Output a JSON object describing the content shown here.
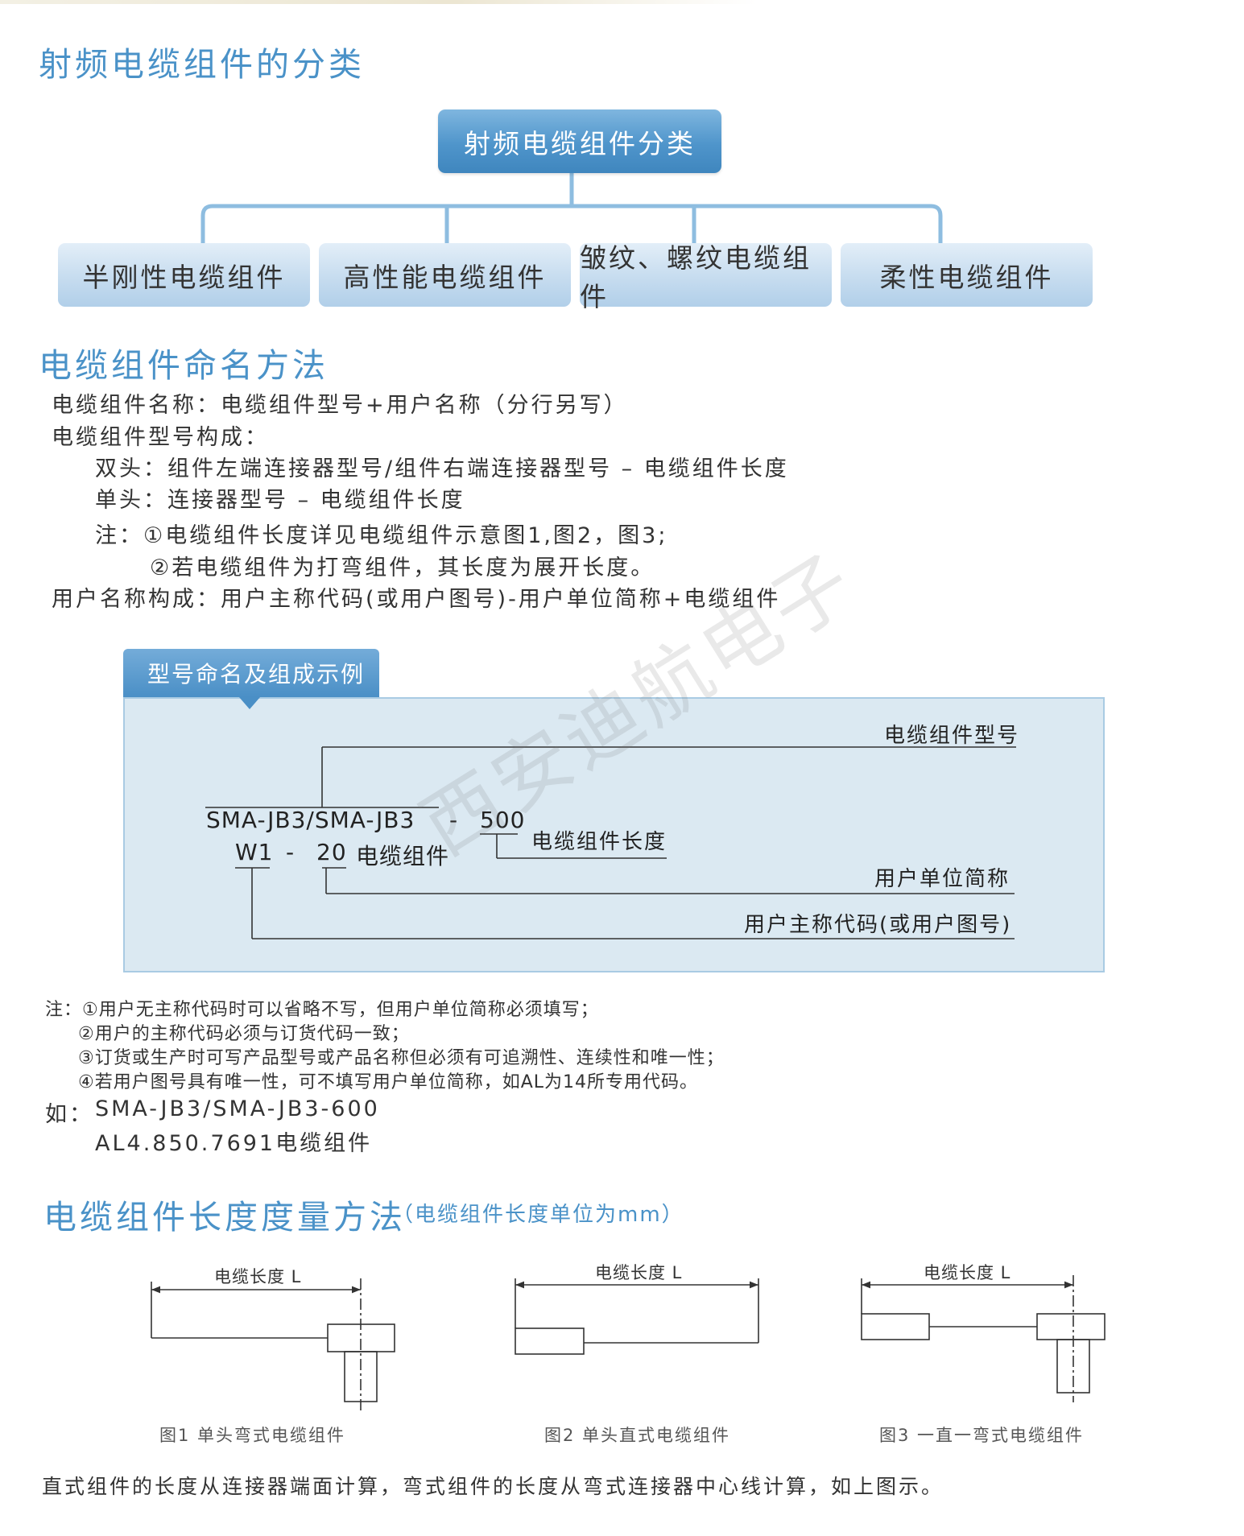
{
  "section1": {
    "title": "射频电缆组件的分类"
  },
  "tree": {
    "root": "射频电缆组件分类",
    "leaves": [
      "半刚性电缆组件",
      "高性能电缆组件",
      "皱纹、螺纹电缆组件",
      "柔性电缆组件"
    ]
  },
  "section2": {
    "title": "电缆组件命名方法",
    "lines": [
      "电缆组件名称：电缆组件型号+用户名称（分行另写）",
      "电缆组件型号构成：",
      "双头：组件左端连接器型号/组件右端连接器型号 – 电缆组件长度",
      "单头：连接器型号 – 电缆组件长度",
      "注：①电缆组件长度详见电缆组件示意图1,图2，图3;",
      "②若电缆组件为打弯组件，其长度为展开长度。",
      "用户名称构成：用户主称代码(或用户图号)-用户单位简称+电缆组件"
    ]
  },
  "example": {
    "tab": "型号命名及组成示例",
    "code_line1": "SMA-JB3/SMA-JB3",
    "dash1": "-",
    "length_value": "500",
    "code_w1": "W1",
    "dash2": "-",
    "code_20": "20",
    "code_suffix": "电缆组件",
    "label_model": "电缆组件型号",
    "label_length": "电缆组件长度",
    "label_unit": "用户单位简称",
    "label_code": "用户主称代码(或用户图号)"
  },
  "watermark": "西安迪航电子",
  "notes": [
    "注：①用户无主称代码时可以省略不写，但用户单位简称必须填写；",
    "②用户的主称代码必须与订货代码一致；",
    "③订货或生产时可写产品型号或产品名称但必须有可追溯性、连续性和唯一性；",
    "④若用户图号具有唯一性，可不填写用户单位简称，如AL为14所专用代码。"
  ],
  "sample": {
    "prefix": "如：",
    "line1": "SMA-JB3/SMA-JB3-600",
    "line2": "AL4.850.7691电缆组件"
  },
  "section3": {
    "title": "电缆组件长度度量方法",
    "subtitle": "（电缆组件长度单位为mm）"
  },
  "figures": [
    {
      "label": "电缆长度 L",
      "caption": "图1  单头弯式电缆组件"
    },
    {
      "label": "电缆长度 L",
      "caption": "图2  单头直式电缆组件"
    },
    {
      "label": "电缆长度 L",
      "caption": "图3  一直一弯式电缆组件"
    }
  ],
  "footer": "直式组件的长度从连接器端面计算，弯式组件的长度从弯式连接器中心线计算，如上图示。"
}
